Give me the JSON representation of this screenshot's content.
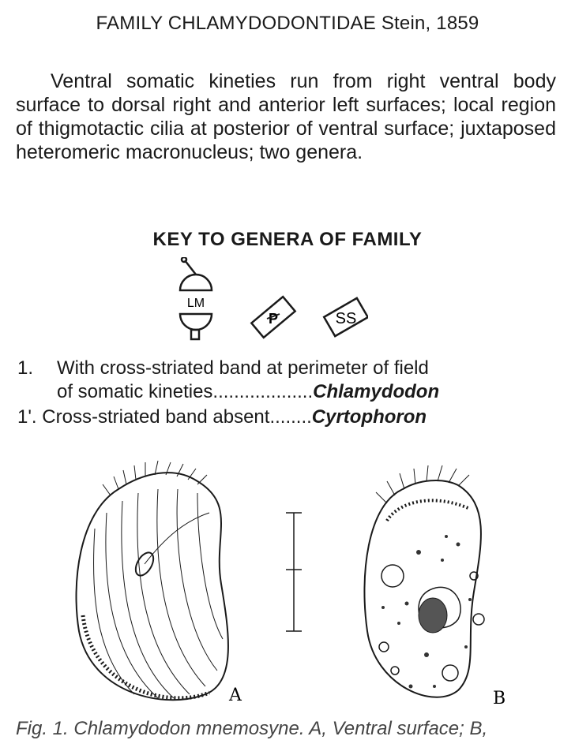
{
  "family_heading": {
    "label": "FAMILY CHLAMYDODONTIDAE",
    "author": "Stein, 1859"
  },
  "diagnosis": {
    "text": "Ventral somatic kineties run from right ventral body surface to dorsal right and anterior left surfaces; local region of thigmotactic cilia at posterior of ventral surface; juxtaposed heteromeric macronucleus; two genera."
  },
  "key": {
    "title": "KEY TO GENERA OF FAMILY",
    "icons": [
      {
        "name": "light-microscope-icon",
        "label": "LM"
      },
      {
        "name": "protargol-stain-icon",
        "label": "P"
      },
      {
        "name": "silver-stain-icon",
        "label": "SS"
      }
    ],
    "couplets": [
      {
        "number": "1.",
        "text_line1": "With cross-striated band at perimeter of field",
        "text_line2": "of somatic kineties",
        "leader": "...................",
        "genus": "Chlamydodon"
      },
      {
        "number": "1'.",
        "text_line1": "Cross-striated band absent",
        "leader": "........",
        "genus": "Cyrtophoron"
      }
    ]
  },
  "figure": {
    "panel_a_label": "A",
    "panel_b_label": "B",
    "caption": "Fig. 1.  Chlamydodon mnemosyne.  A, Ventral surface;  B,"
  }
}
